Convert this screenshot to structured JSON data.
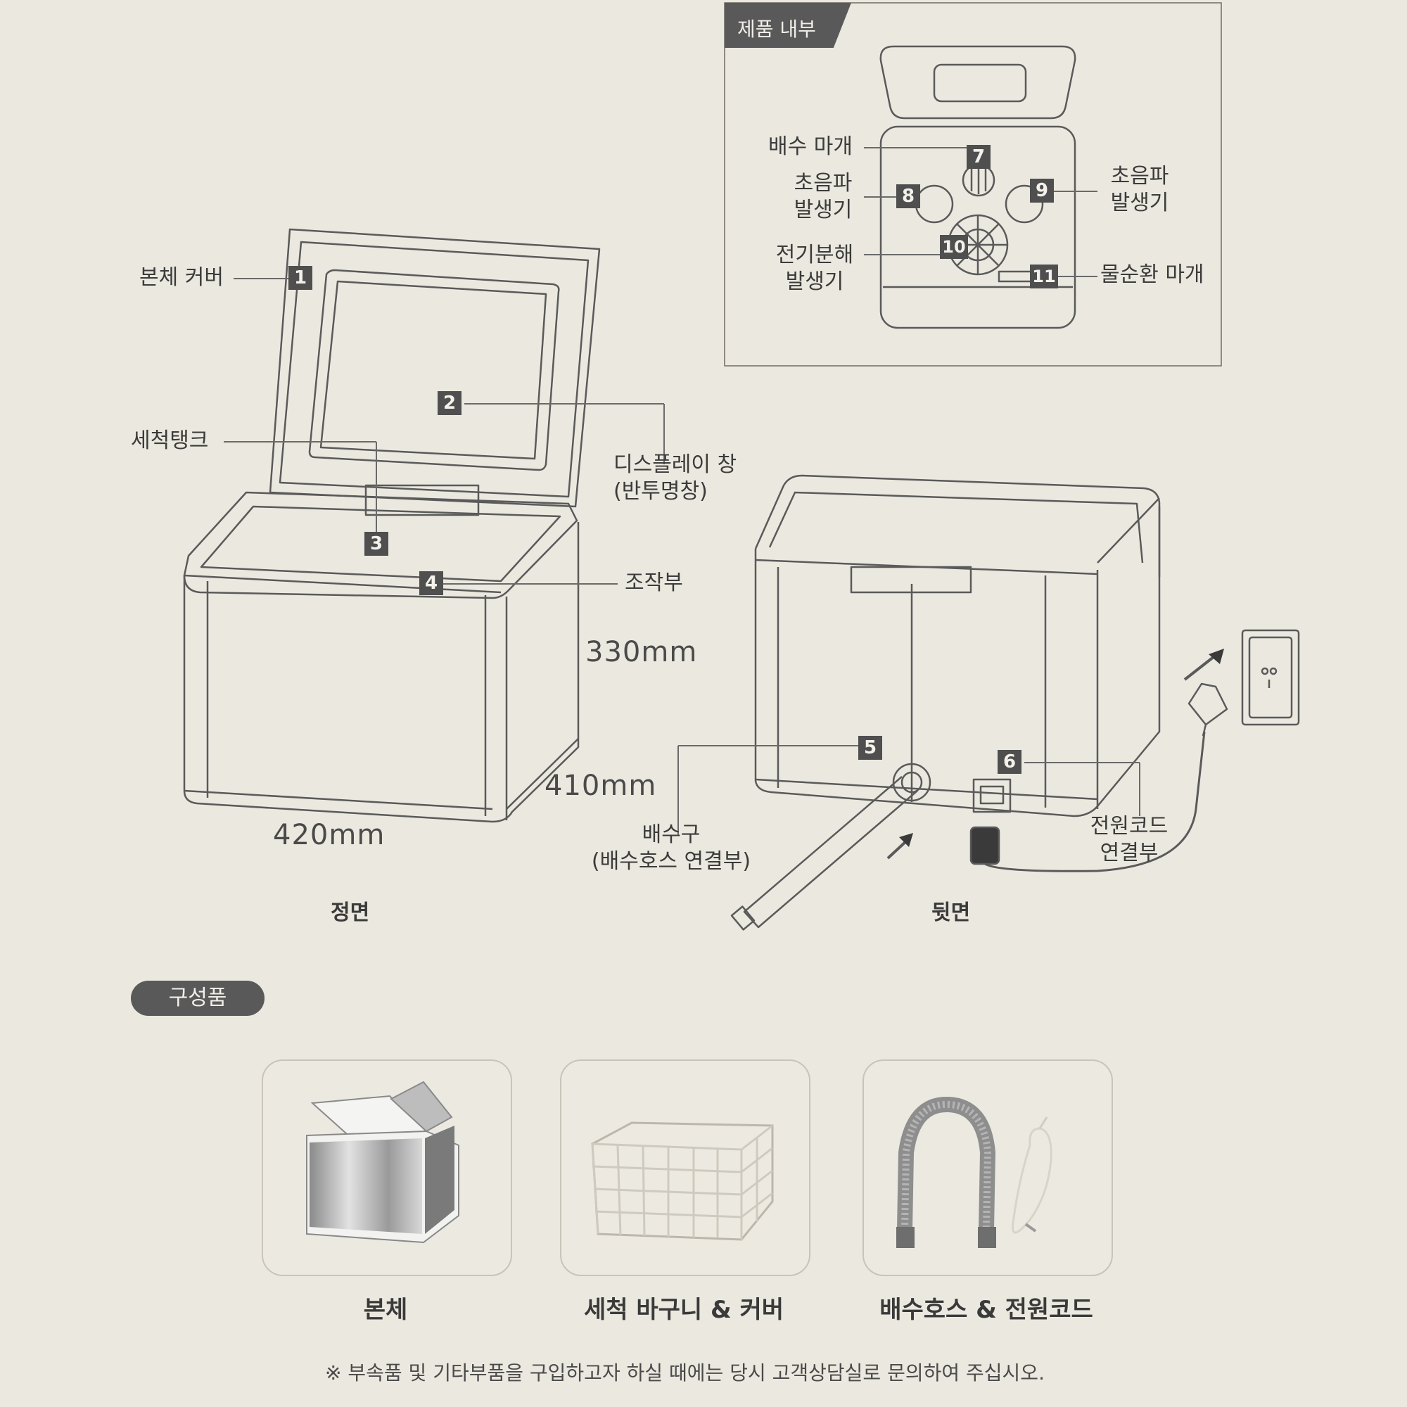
{
  "inside": {
    "title": "제품 내부",
    "items": [
      {
        "num": "7",
        "label": "배수 마개"
      },
      {
        "num": "8",
        "label": "초음파\n발생기"
      },
      {
        "num": "9",
        "label": "초음파\n발생기"
      },
      {
        "num": "10",
        "label": "전기분해\n발생기"
      },
      {
        "num": "11",
        "label": "물순환 마개"
      }
    ]
  },
  "front": {
    "view_label": "정면",
    "items": [
      {
        "num": "1",
        "label": "본체 커버"
      },
      {
        "num": "2",
        "label": "디스플레이 창\n(반투명창)"
      },
      {
        "num": "3",
        "label": "세척탱크"
      },
      {
        "num": "4",
        "label": "조작부"
      }
    ],
    "dims": {
      "height": "330mm",
      "depth": "410mm",
      "width": "420mm"
    }
  },
  "back": {
    "view_label": "뒷면",
    "items": [
      {
        "num": "5",
        "label": "배수구\n(배수호스 연결부)"
      },
      {
        "num": "6",
        "label": "전원코드\n연결부"
      }
    ]
  },
  "components": {
    "title": "구성품",
    "items": [
      {
        "label": "본체",
        "icon": "main-unit-photo"
      },
      {
        "label": "세척 바구니 & 커버",
        "icon": "wire-basket-photo"
      },
      {
        "label": "배수호스 & 전원코드",
        "icon": "hose-and-cord-photo"
      }
    ]
  },
  "note": "※ 부속품 및 기타부품을 구입하고자 하실 때에는 당시 고객상담실로 문의하여 주십시오."
}
